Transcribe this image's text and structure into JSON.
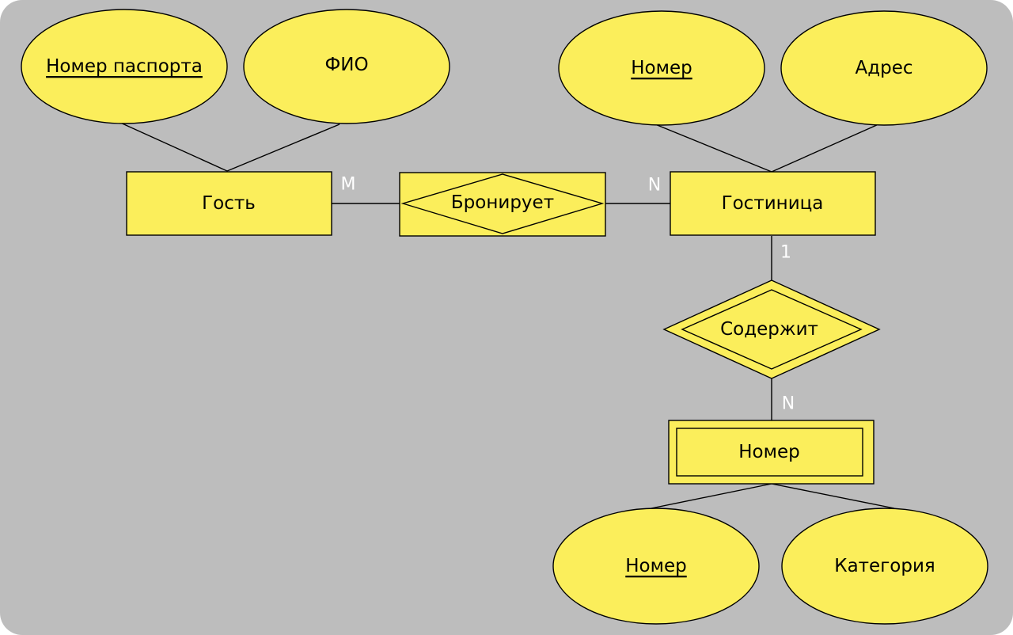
{
  "entities": {
    "guest": "Гость",
    "hotel": "Гостиница",
    "room_weak": "Номер"
  },
  "relationships": {
    "books": "Бронирует",
    "contains": "Содержит"
  },
  "attributes": {
    "passport_number": "Номер паспорта",
    "full_name": "ФИО",
    "hotel_number": "Номер",
    "address": "Адрес",
    "room_number": "Номер",
    "category": "Категория"
  },
  "cardinalities": {
    "guest_books": "M",
    "hotel_books": "N",
    "hotel_contains": "1",
    "room_contains": "N"
  },
  "colors": {
    "background": "#bdbdbd",
    "shape_fill": "#fbee5b",
    "stroke": "#000000",
    "cardinality_text": "#ffffff"
  }
}
